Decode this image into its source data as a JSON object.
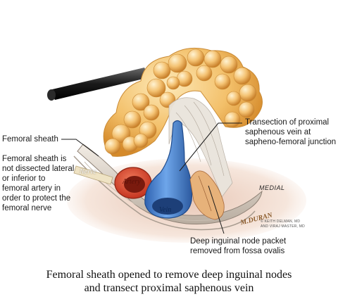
{
  "labels": {
    "femoral_sheath": "Femoral sheath",
    "sheath_note": "Femoral sheath is\nnot dissected lateral\nor inferior to\nfemoral artery in\norder to protect the\nfemoral nerve",
    "transection": "Transection of proximal\nsaphenous vein at\nsapheno-femoral junction",
    "node_packet": "Deep inguinal node packet\nremoved from fossa ovalis"
  },
  "structures": {
    "nerve": "Nerve",
    "artery": "Artery",
    "vein": "Vein",
    "medial": "MEDIAL"
  },
  "signature": "M.DURAN",
  "credit": {
    "line1": "© KEITH DELMAN, MD",
    "line2": "AND VIRAJ MASTER, MD"
  },
  "caption": {
    "line1": "Femoral sheath opened to remove deep inguinal nodes",
    "line2": "and transect proximal saphenous vein"
  },
  "colors": {
    "fat": "#f0b455",
    "fat_highlight": "#fde4a8",
    "artery": "#e04a2e",
    "vein": "#3f7fd0",
    "tissue": "#dcd3c8"
  }
}
